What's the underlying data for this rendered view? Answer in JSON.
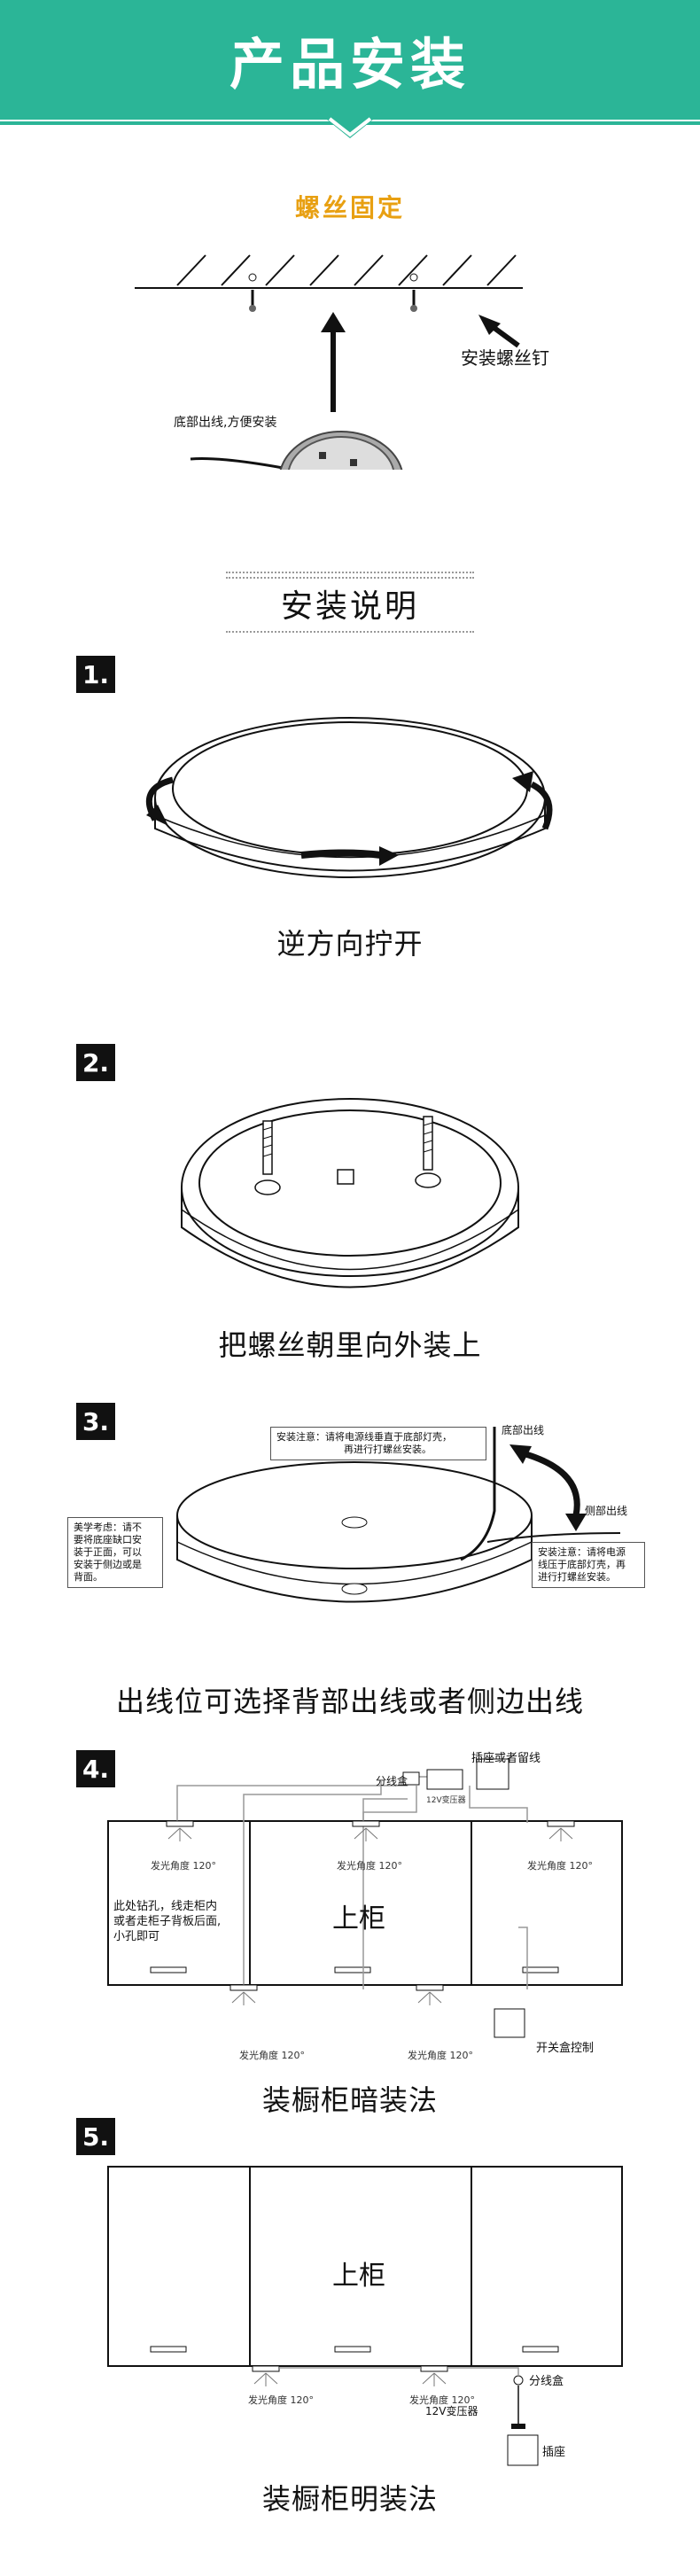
{
  "header": {
    "title": "产品安装"
  },
  "screw_fixing": {
    "title": "螺丝固定",
    "install_screw_label": "安装螺丝钉",
    "bottom_outlet_label": "底部出线,方便安装"
  },
  "install_guide": {
    "title": "安装说明"
  },
  "steps": [
    {
      "number": "1.",
      "caption": "逆方向拧开"
    },
    {
      "number": "2.",
      "caption": "把螺丝朝里向外装上"
    },
    {
      "number": "3.",
      "caption": "出线位可选择背部出线或者侧边出线",
      "note_top": "安装注意：请将电源线垂直于底部灯壳，再进行打螺丝安装。",
      "note_top_l1": "安装注意：请将电源线垂直于底部灯壳，",
      "note_top_l2": "再进行打螺丝安装。",
      "bottom_outlet": "底部出线",
      "side_outlet": "侧部出线",
      "aesthetic_note_l1": "美学考虑：请不",
      "aesthetic_note_l2": "要将底座缺口安",
      "aesthetic_note_l3": "装于正面，可以",
      "aesthetic_note_l4": "安装于侧边或是",
      "aesthetic_note_l5": "背面。",
      "side_note_l1": "安装注意：请将电源",
      "side_note_l2": "线压于底部灯壳，再",
      "side_note_l3": "进行打螺丝安装。"
    },
    {
      "number": "4.",
      "caption": "装橱柜暗装法",
      "socket_label": "插座或者留线",
      "junction_box": "分线盒",
      "transformer": "12V变压器",
      "angle": "发光角度 120°",
      "cabinet": "上柜",
      "drill_note_l1": "此处钻孔，线走柜内",
      "drill_note_l2": "或者走柜子背板后面,",
      "drill_note_l3": "小孔即可",
      "switch_box": "开关盒控制"
    },
    {
      "number": "5.",
      "caption": "装橱柜明装法",
      "cabinet": "上柜",
      "angle": "发光角度 120°",
      "junction_box": "分线盒",
      "transformer": "12V变压器",
      "socket": "插座"
    }
  ]
}
